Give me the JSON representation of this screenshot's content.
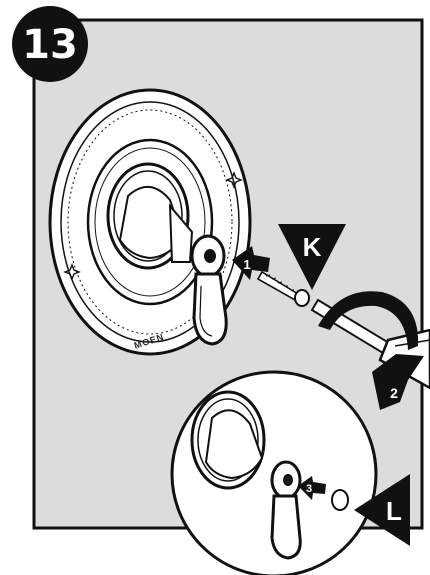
{
  "step": {
    "number": "13"
  },
  "callouts": {
    "k": "K",
    "l": "L",
    "s1": "1",
    "s2": "2",
    "s3": "3"
  },
  "brand": "MOEN",
  "colors": {
    "panel": "#dcdcdc",
    "ink": "#111111",
    "paper": "#ffffff"
  },
  "icons": [
    "star-mark-icon",
    "arrow-icon",
    "rotation-arrow-icon"
  ]
}
